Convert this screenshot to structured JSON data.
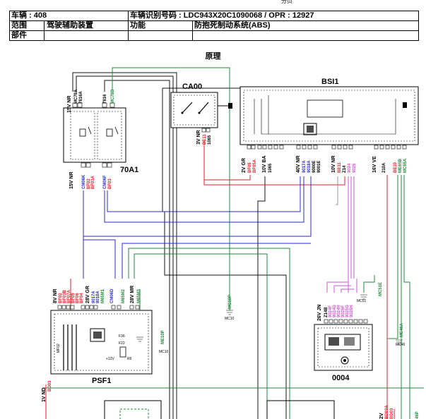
{
  "header": {
    "vehicle_label": "车辆 : 408",
    "vin_label": "车辆识别号码 :",
    "vin_value": "LDC943X20C1090068 / OPR : 12927",
    "scope_label": "范围",
    "scope_value": "驾驶辅助装置",
    "function_label": "功能",
    "function_value": "防抱死制动系统(ABS)",
    "parts_label": "部件",
    "top_fragment": "分页"
  },
  "diagram_title": "原理",
  "components": {
    "ca00": "CA00",
    "bsi1": "BSI1",
    "r70a1": "70A1",
    "psf1": "PSF1",
    "c0004": "0004"
  },
  "labels": {
    "v15nr_top": "15V NR",
    "mc78a": "MC78A",
    "w7816a": "7816A",
    "w7816": "7816",
    "mc78b": "MC78B",
    "v15nr_left": "15V NR",
    "cm06k": "CM06K",
    "bf02": "BF02",
    "bf03a": "BF03A",
    "cm06f": "CM06F",
    "bf03": "BF03",
    "v3nr": "3V NR",
    "be11_ca": "BE11",
    "w1065_ca": "1065",
    "v2vgr": "2V GR",
    "bf05": "BF05",
    "bf05a": "BF05A",
    "v10vba": "10V BA",
    "w1065_b": "1065",
    "v40vnr": "40V NR",
    "w9017a": "9017A",
    "w9018a": "9018A",
    "w9000e": "9000E",
    "w9001e": "9001E",
    "v10vnr": "10V NR",
    "be11_b": "BE11",
    "z14": "Z14",
    "w9024": "9024",
    "w9025": "9025",
    "v16vve": "16V VE",
    "w210a": "210A",
    "be10": "BE10",
    "me65b": "ME65B",
    "mc65a": "MC65A",
    "v8vnr": "8V NR",
    "bf02_p": "BF02",
    "bf03b": "BF03B",
    "bf07a": "BF07A",
    "bf05_p": "BF05",
    "bf06": "BF06",
    "bf04": "BF04",
    "v28vgr": "28V GR",
    "w9017a_p": "9017A",
    "w9018a_p": "9018A",
    "m65m1": "M65M1",
    "cm06d": "CM06D",
    "m65m2": "M65M2",
    "v28vmr": "28V MR",
    "m65m3": "M65M3",
    "mc10p": "MC10P",
    "mc10": "MC10",
    "me10p": "ME10P",
    "mc10b": "MC10",
    "v26vjn": "26V JN",
    "z14b": "Z14B",
    "w9024f": "9024F",
    "w9024g": "9024G",
    "w9024h": "9024H",
    "w9025f": "9025F",
    "w9025g": "9025G",
    "w9025h": "9025H",
    "mc51e": "MC51E",
    "mc51": "MC51",
    "me46a": "ME46A",
    "mc46": "MC46",
    "v1vnd": "1V ND",
    "bd03": "BD03",
    "v2v_bot": "2V",
    "bd03a": "BD03A",
    "bd03b": "BD03",
    "w46p": "46P",
    "psf_f36": "F36",
    "psf_f22": "F22",
    "psf_r6": "R6",
    "psf_12v": "+12V",
    "psf_mf02": "MF02"
  },
  "colors": {
    "red": "#e0202a",
    "blue": "#2a2ad0",
    "green": "#1f8a3a",
    "magenta": "#cc55cc",
    "black": "#111111",
    "grey": "#9a9a9a"
  }
}
